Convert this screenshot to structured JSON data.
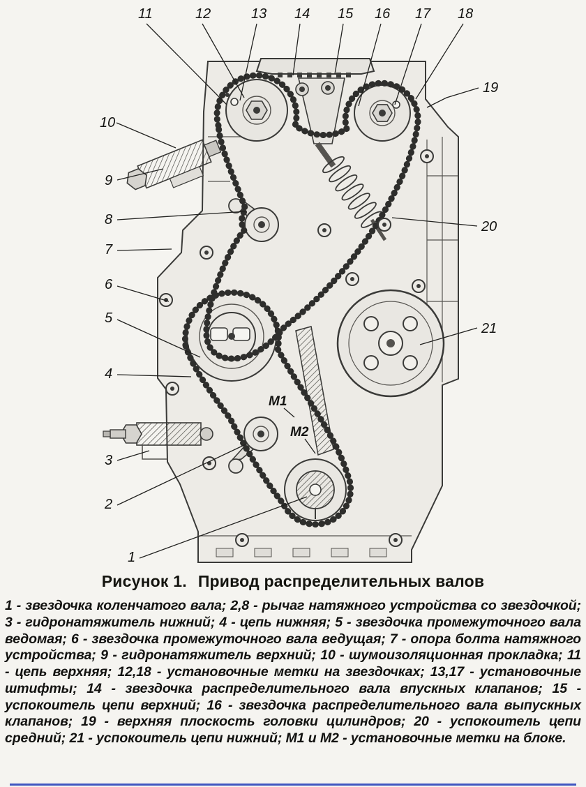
{
  "figure": {
    "caption_label": "Рисунок 1.",
    "caption_title": "Привод распределительных валов"
  },
  "callouts": {
    "labels": [
      "11",
      "12",
      "13",
      "14",
      "15",
      "16",
      "17",
      "18",
      "19",
      "20",
      "21",
      "10",
      "9",
      "8",
      "7",
      "6",
      "5",
      "4",
      "3",
      "2",
      "1",
      "М1",
      "М2"
    ]
  },
  "legend": {
    "text": "1 - звездочка коленчатого вала; 2,8 - рычаг натяжного устройства со звездочкой; 3 - гидронатяжитель нижний; 4 - цепь нижняя; 5 - звездочка промежуточного вала ведомая; 6 - звездочка промежуточного вала ведущая; 7 - опора болта натяжного устройства; 9 - гидронатяжитель верхний; 10 - шумоизоляционная прокладка; 11 - цепь верхняя; 12,18 - установочные метки на звездочках; 13,17 - установочные штифты; 14 - звездочка распределительного вала впускных клапанов; 15 - успокоитель цепи верхний; 16 - звездочка распределительного вала выпускных клапанов; 19 - верхняя плоскость головки цилиндров; 20 - успокоитель цепи средний; 21 - успокоитель цепи нижний; М1 и М2 - установочные метки на блоке."
  },
  "colors": {
    "paper": "#f5f4f0",
    "ink": "#141412",
    "bottom_rule_blue": "#4056c0"
  }
}
